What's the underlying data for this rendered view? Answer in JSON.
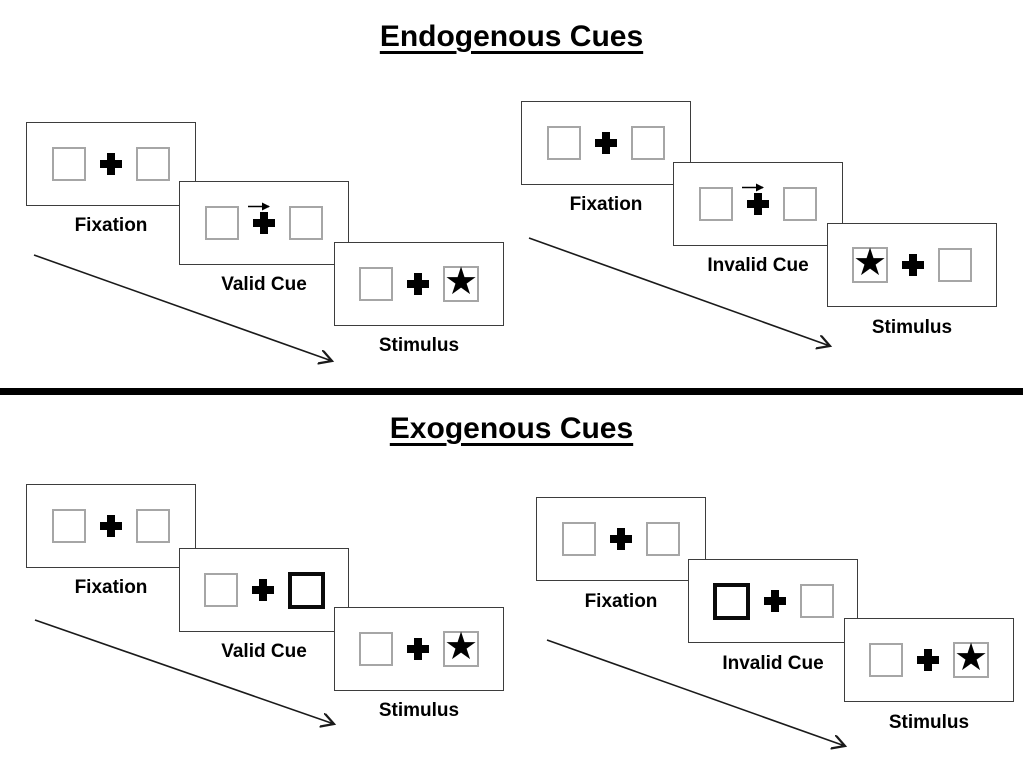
{
  "diagram": {
    "sections": [
      {
        "title": "Endogenous Cues",
        "trials": [
          {
            "type": "valid",
            "cue_kind": "central-arrow-right",
            "star_side": "right",
            "panels": {
              "fixation": {
                "label": "Fixation"
              },
              "cue": {
                "label": "Valid Cue"
              },
              "stimulus": {
                "label": "Stimulus"
              }
            }
          },
          {
            "type": "invalid",
            "cue_kind": "central-arrow-right",
            "star_side": "left",
            "panels": {
              "fixation": {
                "label": "Fixation"
              },
              "cue": {
                "label": "Invalid Cue"
              },
              "stimulus": {
                "label": "Stimulus"
              }
            }
          }
        ]
      },
      {
        "title": "Exogenous Cues",
        "trials": [
          {
            "type": "valid",
            "cue_kind": "peripheral-thick-box-right",
            "star_side": "right",
            "panels": {
              "fixation": {
                "label": "Fixation"
              },
              "cue": {
                "label": "Valid Cue"
              },
              "stimulus": {
                "label": "Stimulus"
              }
            }
          },
          {
            "type": "invalid",
            "cue_kind": "peripheral-thick-box-left",
            "star_side": "right",
            "panels": {
              "fixation": {
                "label": "Fixation"
              },
              "cue": {
                "label": "Invalid Cue"
              },
              "stimulus": {
                "label": "Stimulus"
              }
            }
          }
        ]
      }
    ],
    "icons": {
      "star": "★",
      "fixation_cross": "plus-cross",
      "cue_arrow": "arrow-right",
      "timeline_arrow": "diagonal-arrow-down-right"
    },
    "colors": {
      "background": "#ffffff",
      "panel_border": "#3d3d3d",
      "square_border": "#a6a6a6",
      "thick_square_border": "#0a0a0a",
      "symbol": "#000000",
      "divider": "#000000",
      "text": "#000000"
    }
  }
}
